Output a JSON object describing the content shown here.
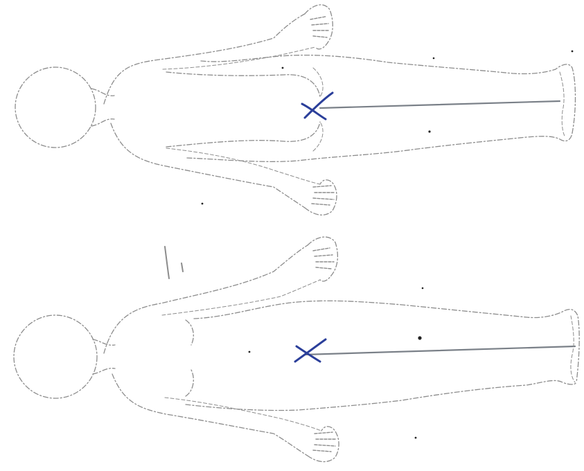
{
  "colors": {
    "background": "#ffffff",
    "outline": "#8c8c8c",
    "midline": "#7a8088",
    "marker": "#2b3f9a",
    "speck": "#222222"
  },
  "figures": [
    {
      "view": "upper-body-figure",
      "marker": "x-mark"
    },
    {
      "view": "lower-body-figure",
      "marker": "x-mark"
    }
  ]
}
